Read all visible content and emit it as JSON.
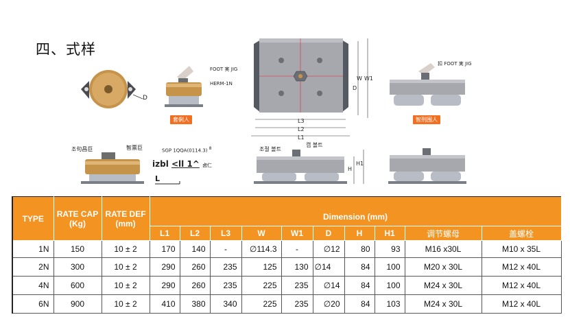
{
  "heading": "四、式样",
  "labels": {
    "foot_jig_1": "FOOT 実 JIG",
    "herm": "HERM-1N",
    "tag_left": "套俐人",
    "d_left": "D",
    "sgp": "SGP 1QQA(0114.3)",
    "sgp_sup": "8",
    "left_small_1": "조句昌巨",
    "left_small_2": "智票巨",
    "izbl": "izbl",
    "izbl_mid": "<ll 1^",
    "izbl_end": "卤仁",
    "l_mark": "L",
    "dim_w": "W",
    "dim_w1": "W1",
    "dim_d": "D",
    "dim_l3": "L3",
    "dim_l2": "L2",
    "dim_l1": "L1",
    "korean_1": "조절 볼트",
    "korean_2": "캡 볼트",
    "h_label": "H",
    "h1_label": "H1",
    "foot_jig_2": "扣 FOOT 実 JIG",
    "tag_right": "智刑围人"
  },
  "table": {
    "header": {
      "type": "TYPE",
      "rate_cap": "RATE CAP",
      "rate_cap_unit": "(Kg)",
      "rate_def": "RATE DEF",
      "rate_def_unit": "(mm)",
      "dimension": "Dimension (mm)",
      "cols": [
        "L1",
        "L2",
        "L3",
        "W",
        "W1",
        "D",
        "H",
        "H1",
        "调节螺母",
        "盖螺栓"
      ]
    },
    "rows": [
      {
        "type": "1N",
        "cap": "150",
        "def": "10 ± 2",
        "l1": "170",
        "l2": "140",
        "l3": "-",
        "w": "∅114.3",
        "w1": "-",
        "d": "∅12",
        "h": "80",
        "h1": "93",
        "nut": "M16 x30L",
        "bolt": "M10 x 35L"
      },
      {
        "type": "2N",
        "cap": "300",
        "def": "10 ± 2",
        "l1": "290",
        "l2": "260",
        "l3": "235",
        "w": "125",
        "w1": "130",
        "d": "∅14",
        "h": "84",
        "h1": "100",
        "nut": "M20 x 30L",
        "bolt": "M12 x 40L"
      },
      {
        "type": "4N",
        "cap": "600",
        "def": "10 ± 2",
        "l1": "290",
        "l2": "260",
        "l3": "235",
        "w": "225",
        "w1": "235",
        "d": "∅14",
        "h": "84",
        "h1": "100",
        "nut": "M24 x 30L",
        "bolt": "M12 x 40L"
      },
      {
        "type": "6N",
        "cap": "900",
        "def": "10 ± 2",
        "l1": "410",
        "l2": "380",
        "l3": "340",
        "w": "225",
        "w1": "235",
        "d": "∅20",
        "h": "84",
        "h1": "103",
        "nut": "M24 x 30L",
        "bolt": "M12 x 40L"
      }
    ]
  }
}
